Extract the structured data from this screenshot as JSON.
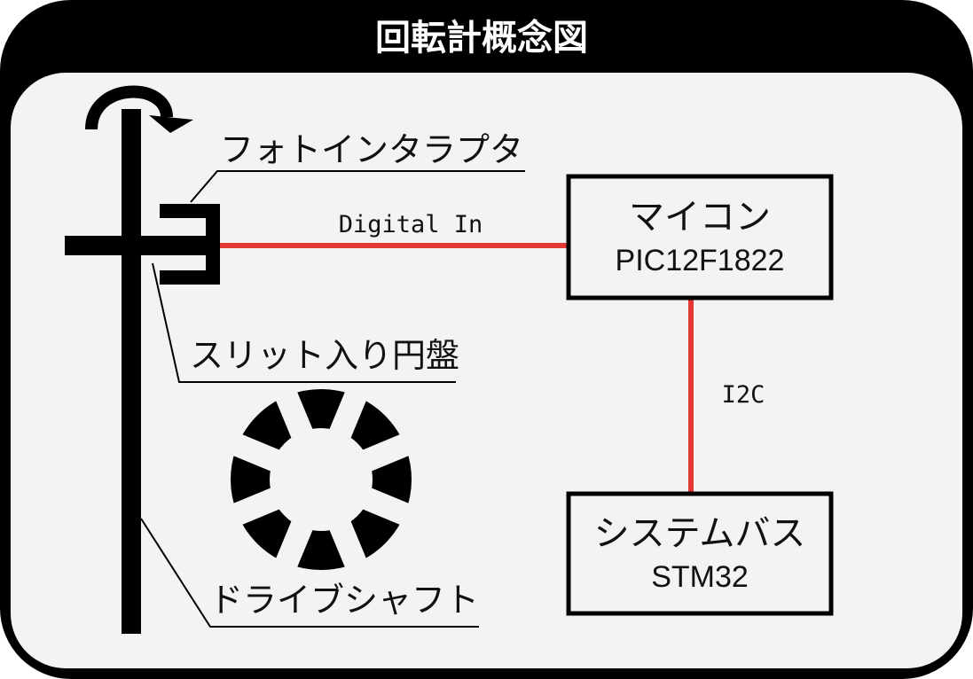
{
  "title": "回転計概念図",
  "labels": {
    "photo_interrupter": "フォトインタラプタ",
    "slit_disk": "スリット入り円盤",
    "drive_shaft": "ドライブシャフト"
  },
  "boxes": {
    "mcu": {
      "title": "マイコン",
      "subtitle": "PIC12F1822"
    },
    "system_bus": {
      "title": "システムバス",
      "subtitle": "STM32"
    }
  },
  "connections": {
    "digital_in": "Digital In",
    "i2c": "I2C"
  },
  "colors": {
    "frame": "#000000",
    "panel": "#f3f3f3",
    "signal_line": "#e53935"
  },
  "disk": {
    "slit_count": 8
  }
}
